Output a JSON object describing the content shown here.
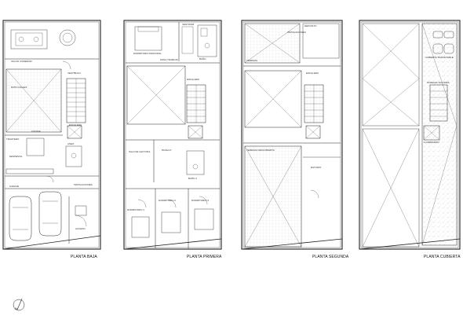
{
  "plans": [
    {
      "title": "PLANTA BAJA",
      "rooms": [
        "SALON COMEDOR",
        "PATIO INGLES",
        "VESTIBULO",
        "TRASTERO",
        "COCINA",
        "DESPENSA",
        "ASEO",
        "ESCALERA",
        "GARAJE",
        "ACCESO",
        "INSTALACIONES"
      ]
    },
    {
      "title": "PLANTA PRIMERA",
      "rooms": [
        "DORMITORIO PRINCIPAL",
        "VESTIDOR",
        "BAÑO",
        "ZONA TRABAJO",
        "ESCALERA",
        "SALA DE LECTURA",
        "PASILLO",
        "DORMITORIO 1",
        "DORMITORIO 2",
        "DORMITORIO 3",
        "BAÑO 2"
      ]
    },
    {
      "title": "PLANTA SEGUNDA",
      "rooms": [
        "TERRAZA",
        "INSTALACIONES",
        "DEPOSITO",
        "ESCALERA",
        "TERRAZA DESCUBIERTA",
        "ESTUDIO"
      ]
    },
    {
      "title": "PLANTA CUBIERTA",
      "rooms": [
        "CUBIERTA TRANSITABLE",
        "PANELES SOLARES",
        "LUCERNARIO"
      ]
    }
  ],
  "north": "N"
}
